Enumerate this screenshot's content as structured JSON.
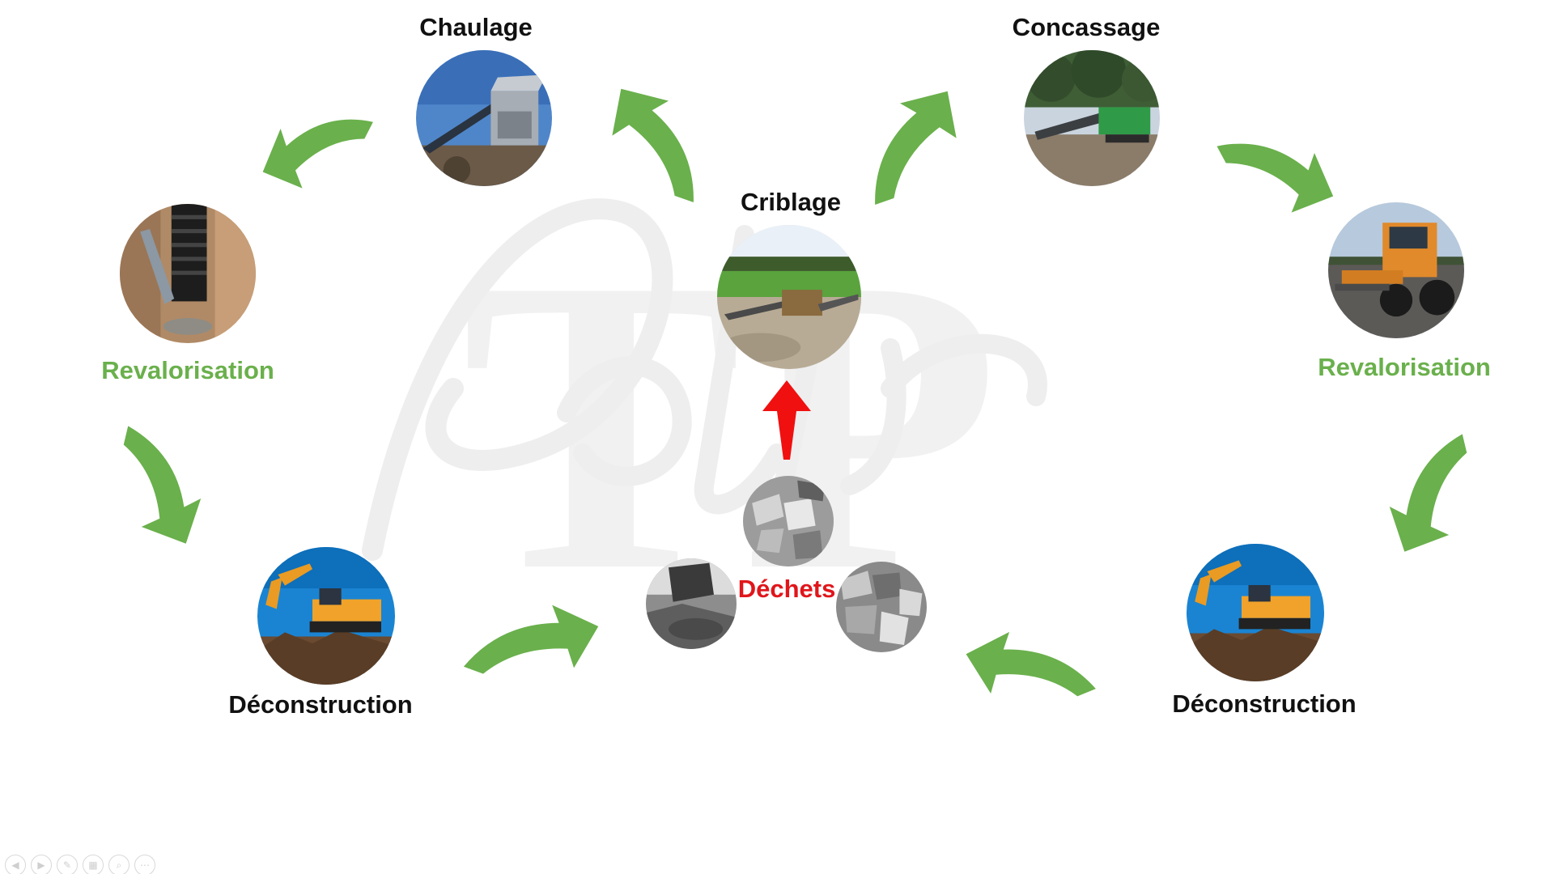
{
  "diagram": {
    "labels": {
      "chaulage": "Chaulage",
      "concassage": "Concassage",
      "criblage": "Criblage",
      "revalorisation_left": "Revalorisation",
      "revalorisation_right": "Revalorisation",
      "deconstruction_left": "Déconstruction",
      "deconstruction_right": "Déconstruction",
      "dechets": "Déchets"
    },
    "colors": {
      "arrow_green": "#6ab04c",
      "arrow_red": "#f01010",
      "label_green": "#6ab04c",
      "label_red": "#e0161b",
      "label_black": "#111111"
    },
    "icons": {
      "cycle_arrow": "curved-arrow-icon",
      "up_arrow": "red-up-arrow-icon"
    }
  },
  "toolbar": {
    "buttons": [
      {
        "icon": "previous-icon",
        "glyph": "◀"
      },
      {
        "icon": "next-icon",
        "glyph": "▶"
      },
      {
        "icon": "pen-icon",
        "glyph": "✎"
      },
      {
        "icon": "slides-icon",
        "glyph": "▦"
      },
      {
        "icon": "zoom-icon",
        "glyph": "⌕"
      },
      {
        "icon": "more-icon",
        "glyph": "⋯"
      }
    ]
  }
}
